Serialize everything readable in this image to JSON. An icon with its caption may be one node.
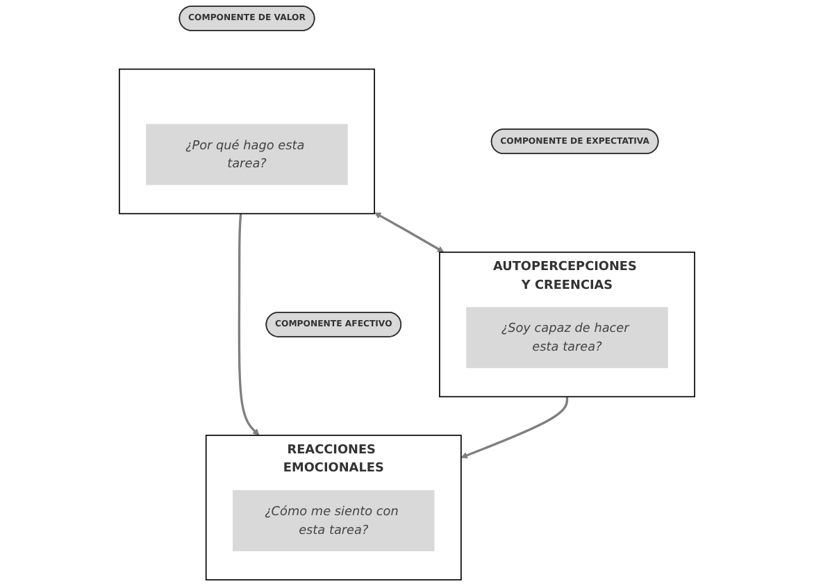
{
  "diagram": {
    "nodes": [
      {
        "text": [
          "COMPONENTE DE VALOR"
        ]
      },
      {
        "text": [],
        "shape": "box"
      },
      {
        "text": [
          "¿Por qué hago esta tarea?"
        ],
        "in": 1
      },
      {
        "text": [
          "COMPONENTE DE EXPECTATIVA"
        ]
      },
      {
        "text": [
          "AUTOPERCEPCIONES Y CREENCIAS"
        ]
      },
      {
        "text": [
          "¿Soy capaz de hacer esta tarea?"
        ],
        "in": 4
      },
      {
        "text": [
          "COMPONENTE AFECTIVO"
        ]
      },
      {
        "text": [
          "REACCIONES EMOCIONALES"
        ]
      },
      {
        "text": [
          "¿Cómo me siento con esta tarea?"
        ],
        "in": 7
      }
    ],
    "edges": [
      {
        "from": 1,
        "to": 4,
        "arrow": "both"
      },
      {
        "from": 1,
        "to": 7,
        "arrow": "to"
      },
      {
        "from": 4,
        "to": 7,
        "arrow": "to"
      }
    ]
  }
}
